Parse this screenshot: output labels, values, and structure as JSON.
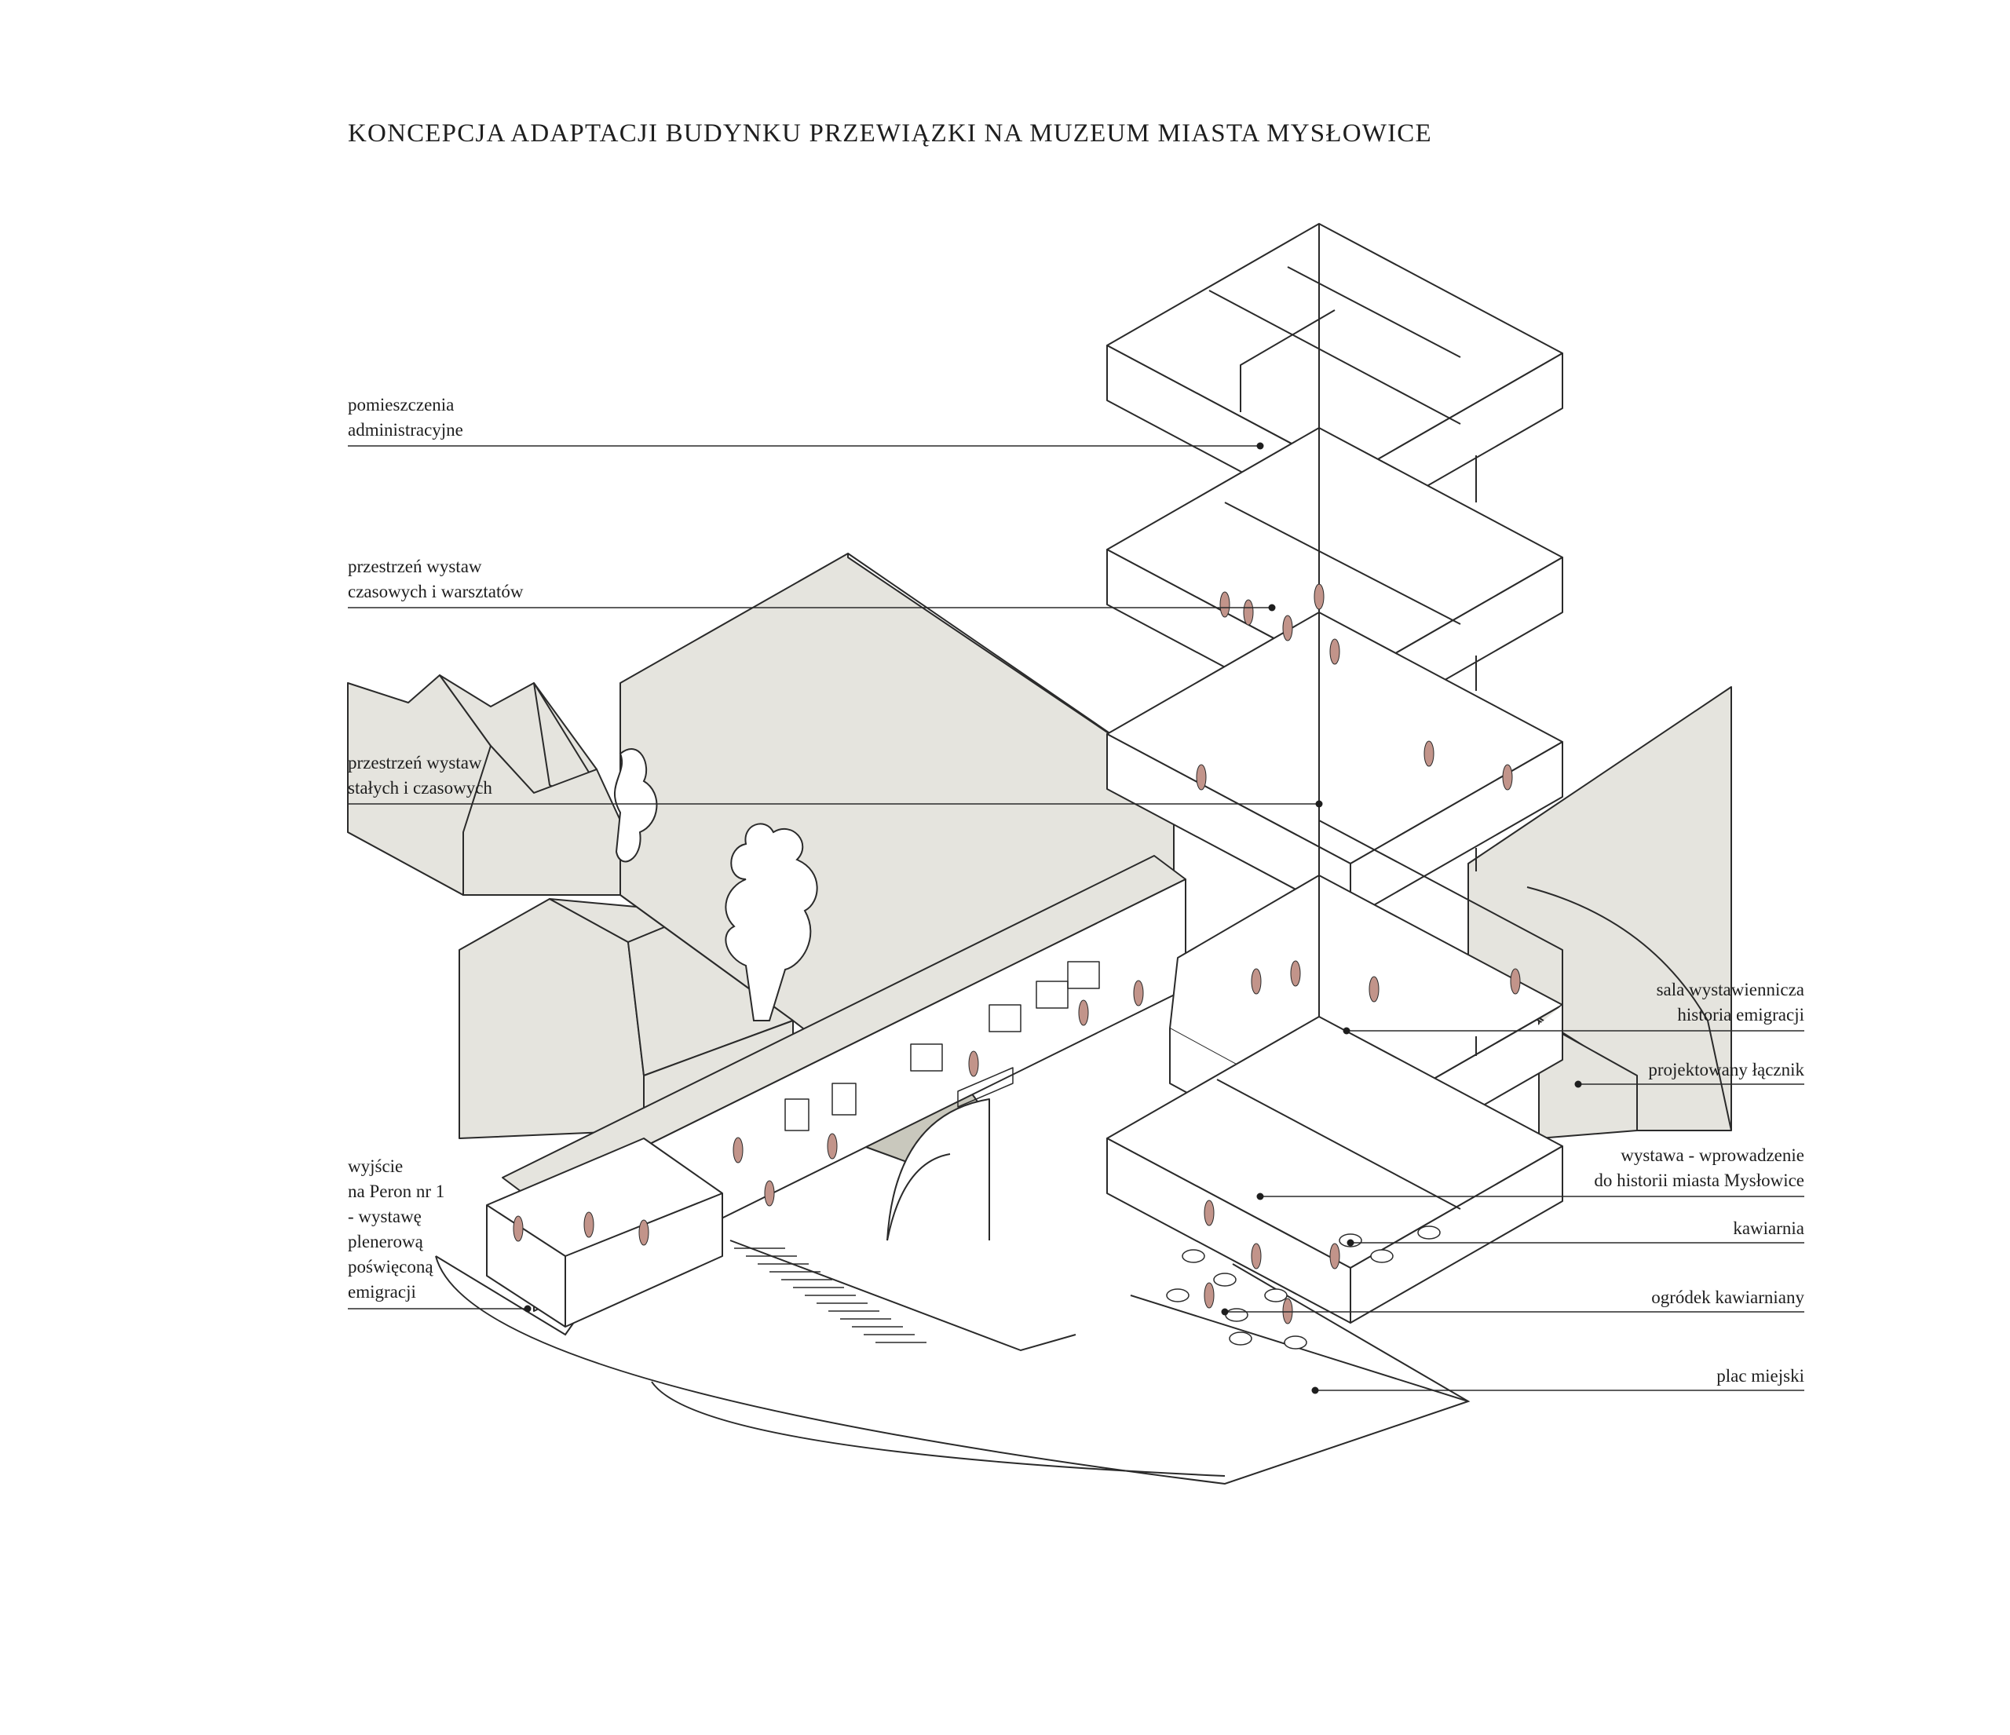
{
  "title": "KONCEPCJA ADAPTACJI BUDYNKU PRZEWIĄZKI NA MUZEUM MIASTA MYSŁOWICE",
  "labels_left": [
    {
      "lines": [
        "pomieszczenia",
        "administracyjne"
      ]
    },
    {
      "lines": [
        "przestrzeń wystaw",
        "czasowych i warsztatów"
      ]
    },
    {
      "lines": [
        "przestrzeń wystaw",
        "stałych i czasowych"
      ]
    },
    {
      "lines": [
        "wyjście",
        "na Peron nr 1",
        "- wystawę",
        "plenerową",
        "poświęconą",
        "emigracji"
      ]
    }
  ],
  "labels_right": [
    {
      "lines": [
        "sala wystawiennicza",
        "historia emigracji"
      ]
    },
    {
      "lines": [
        "projektowany łącznik"
      ]
    },
    {
      "lines": [
        "wystawa - wprowadzenie",
        "do historii miasta Mysłowice"
      ]
    },
    {
      "lines": [
        "kawiarnia"
      ]
    },
    {
      "lines": [
        "ogródek kawiarniany"
      ]
    },
    {
      "lines": [
        "plac miejski"
      ]
    }
  ],
  "colors": {
    "massing_fill": "#e5e4de",
    "shadow_fill": "#c9c8bd",
    "line": "#2a2a2a",
    "figure": "#c2948a"
  }
}
